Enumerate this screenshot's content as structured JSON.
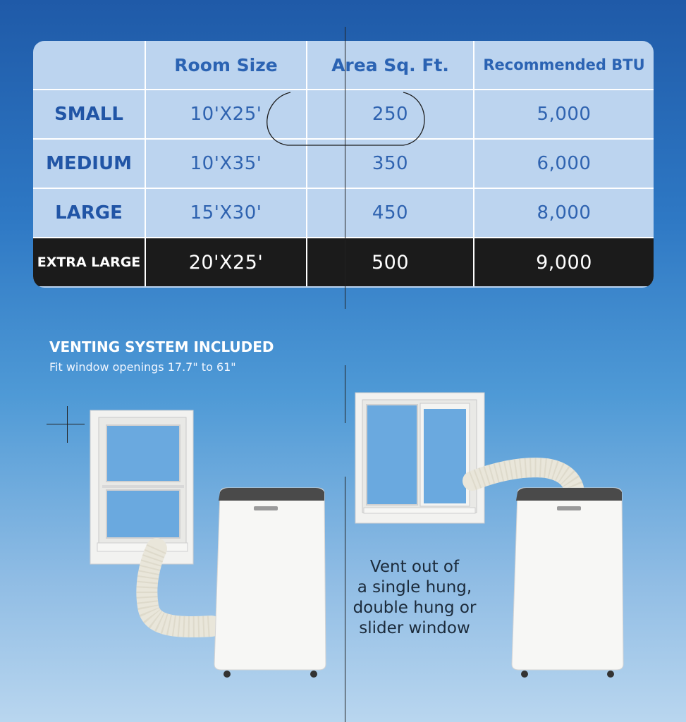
{
  "table": {
    "headers": [
      "",
      "Room Size",
      "Area Sq. Ft.",
      "Recommended BTU"
    ],
    "rows": [
      {
        "label": "SMALL",
        "room": "10'X25'",
        "area": "250",
        "btu": "5,000"
      },
      {
        "label": "MEDIUM",
        "room": "10'X35'",
        "area": "350",
        "btu": "6,000"
      },
      {
        "label": "LARGE",
        "room": "15'X30'",
        "area": "450",
        "btu": "8,000"
      },
      {
        "label": "EXTRA LARGE",
        "room": "20'X25'",
        "area": "500",
        "btu": "9,000"
      }
    ]
  },
  "venting": {
    "heading": "VENTING SYSTEM INCLUDED",
    "subtext": "Fit window openings 17.7\" to 61\"",
    "vent_lines": [
      "Vent out of",
      "a single hung,",
      "double hung or",
      "slider window"
    ]
  },
  "colors": {
    "header_text": "#2b63b3",
    "highlight_row_bg": "#1b1b1b",
    "table_bg": "#bcd4ef"
  },
  "images": [
    "single-hung-window",
    "slider-window",
    "portable-air-conditioner",
    "exhaust-hose"
  ]
}
